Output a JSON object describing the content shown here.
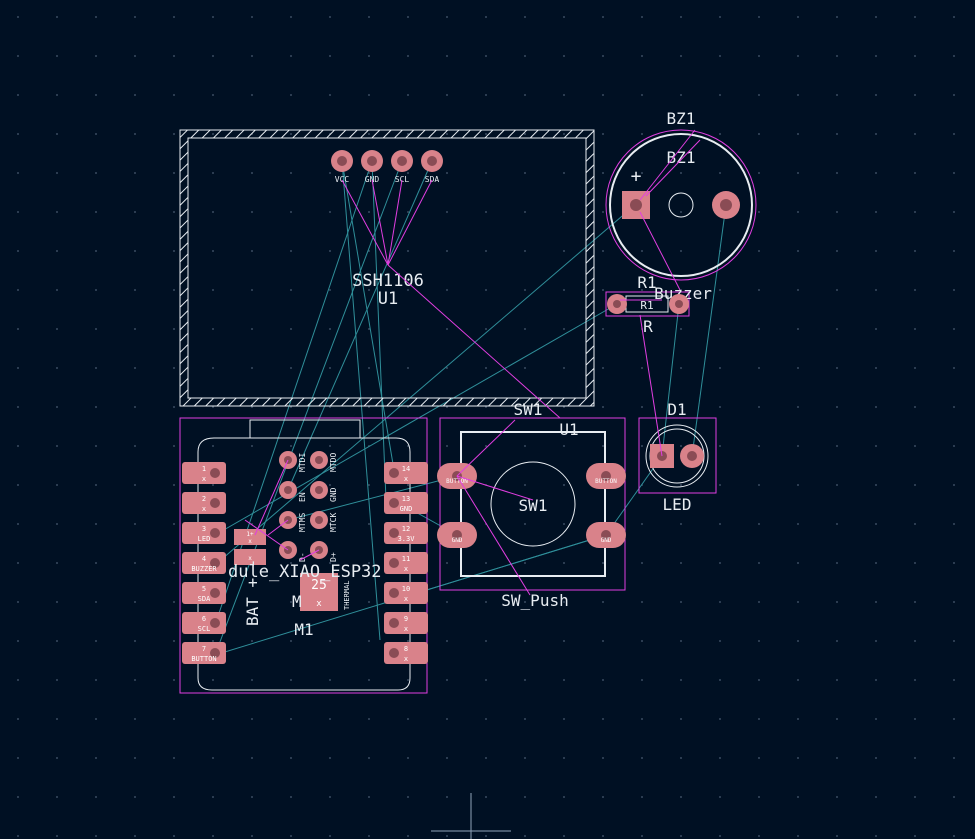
{
  "colors": {
    "background": "#001023",
    "grid_dot": "#4a5d73",
    "silkscreen": "#e8edf2",
    "courtyard": "#e13ee1",
    "ratsnest": "#2f8f9a",
    "pad_fill": "#d9828a",
    "pad_inner": "#8a4c55",
    "pad_label": "#ffffff",
    "cursor": "#8fa3b8"
  },
  "icons": {
    "crosshair": "crosshair-cursor-icon"
  },
  "display": {
    "module": {
      "designator": "U1",
      "value": "SSH1106",
      "pins": [
        "VCC",
        "GND",
        "SCL",
        "SDA"
      ]
    },
    "buzzer": {
      "designator": "BZ1",
      "designator_fab": "BZ1",
      "value": "Buzzer",
      "plus_mark": "+"
    },
    "resistor": {
      "designator": "R1",
      "body_label": "R1",
      "value": "R"
    },
    "switch": {
      "designator": "SW1",
      "body_label": "SW1",
      "value": "SW_Push",
      "overlap_label": "U1",
      "pads": [
        "BUTTON",
        "BUTTON",
        "GND",
        "GND"
      ]
    },
    "led": {
      "designator": "D1",
      "value": "LED"
    },
    "xiao": {
      "designator": "M1",
      "ref_partial": "M",
      "value_label": "dule_XIAO_ESP32",
      "bat_label": "BAT + -",
      "thermal_label": "THERMAL",
      "thermal_pad_number": "25",
      "left_pads": [
        {
          "num": "1",
          "label": "x"
        },
        {
          "num": "2",
          "label": "x"
        },
        {
          "num": "3",
          "label": "LED"
        },
        {
          "num": "4",
          "label": "BUZZER"
        },
        {
          "num": "5",
          "label": "SDA"
        },
        {
          "num": "6",
          "label": "SCL"
        },
        {
          "num": "7",
          "label": "BUTTON"
        }
      ],
      "right_pads": [
        {
          "num": "14",
          "label": "x"
        },
        {
          "num": "13",
          "label": "GND"
        },
        {
          "num": "12",
          "label": "3.3V"
        },
        {
          "num": "11",
          "label": "x"
        },
        {
          "num": "10",
          "label": "x"
        },
        {
          "num": "9",
          "label": "x"
        },
        {
          "num": "8",
          "label": "x"
        }
      ],
      "center_labels": [
        "MTDI",
        "MTDO",
        "EN",
        "GND",
        "MTMS",
        "MTCK",
        "D-",
        "D+"
      ],
      "bat_pad_labels": [
        "x",
        "x"
      ]
    }
  }
}
